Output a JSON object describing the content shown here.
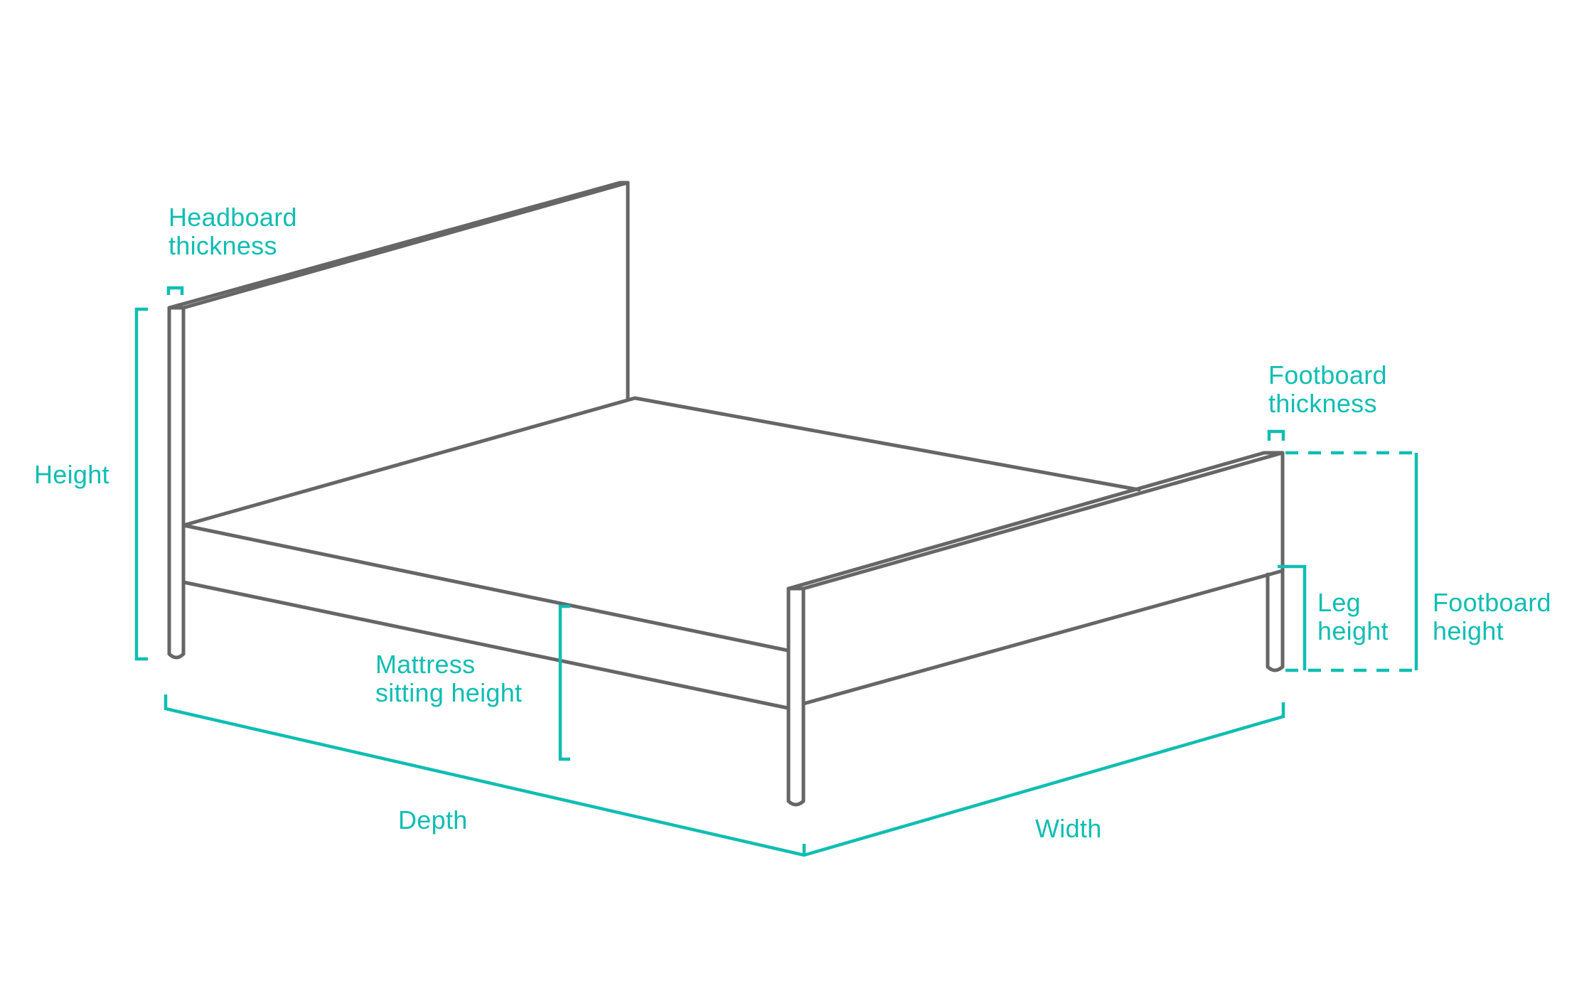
{
  "colors": {
    "background": "#ffffff",
    "line_art": "#666666",
    "dimension_accent": "#10bdb2"
  },
  "labels": {
    "headboard_thickness": "Headboard\nthickness",
    "height": "Height",
    "footboard_thickness": "Footboard\nthickness",
    "leg_height": "Leg\nheight",
    "footboard_height": "Footboard\nheight",
    "mattress_sitting_height": "Mattress\nsitting height",
    "depth": "Depth",
    "width": "Width"
  }
}
